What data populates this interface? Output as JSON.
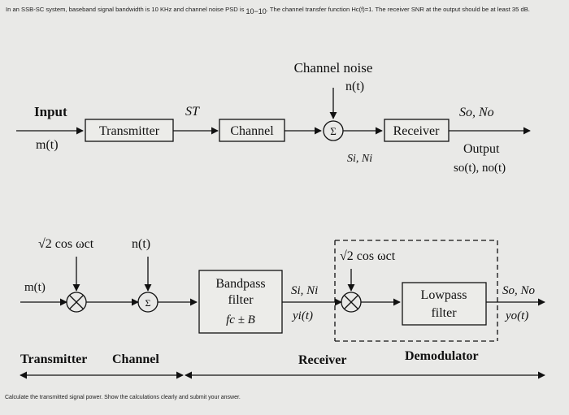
{
  "intro": {
    "before_exp": "In an SSB-SC system, baseband signal bandwidth is 10 KHz and channel noise PSD is ",
    "exp": "10−10",
    "after_exp": ". The channel transfer function Hc(f)=1. The receiver SNR at the output should be at least 35 dB."
  },
  "top_diagram": {
    "channel_noise_title": "Channel noise",
    "noise_label": "n(t)",
    "input_label": "Input",
    "input_signal": "m(t)",
    "st_label": "ST",
    "transmitter": "Transmitter",
    "channel": "Channel",
    "sum_symbol": "Σ",
    "si_ni": "Si, Ni",
    "receiver": "Receiver",
    "so_no": "So, No",
    "output_label": "Output",
    "output_signals": "so(t), no(t)"
  },
  "bottom_diagram": {
    "carrier_tx": "√2 cos ωct",
    "noise_label": "n(t)",
    "input_signal": "m(t)",
    "mult_symbol": "⊗",
    "sum_symbol": "Σ",
    "bandpass_line1": "Bandpass",
    "bandpass_line2": "filter",
    "bandpass_line3": "fc ± B",
    "si_ni": "Si, Ni",
    "yi": "yi(t)",
    "carrier_rx": "√2 cos ωct",
    "lowpass_line1": "Lowpass",
    "lowpass_line2": "filter",
    "so_no": "So, No",
    "yo": "yo(t)",
    "section_transmitter": "Transmitter",
    "section_channel": "Channel",
    "section_receiver": "Receiver",
    "section_demodulator": "Demodulator"
  },
  "footer": "Calculate the transmitted signal power. Show the calculations clearly and submit your answer."
}
